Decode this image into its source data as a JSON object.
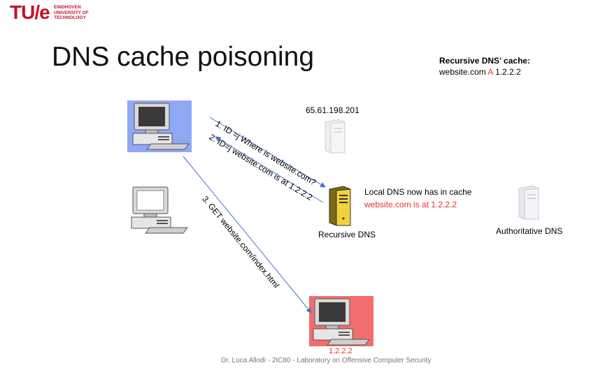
{
  "logo": {
    "mark": "TU/e",
    "line1": "EINDHOVEN",
    "line2": "UNIVERSITY OF",
    "line3": "TECHNOLOGY"
  },
  "title": "DNS cache poisoning",
  "cache": {
    "heading": "Recursive DNS’ cache:",
    "domain": "website.com",
    "record_type": "A",
    "ip": "1.2.2.2"
  },
  "nodes": {
    "server_ip": "65.61.198.201",
    "recursive_label": "Recursive DNS",
    "authoritative_label": "Authoritative DNS",
    "target_ip": "1.2.2.2"
  },
  "messages": {
    "step1": "1. ID =j Where is website.com?",
    "step2": "2. ID=j website.com is at 1.2.2.2",
    "step3": "3. GET website.com/index.html"
  },
  "note": {
    "line1": "Local DNS now has in cache",
    "line2": "website.com is at 1.2.2.2"
  },
  "footer": "Dr. Luca Allodi - 2IC80 - Laboratory on Offensive Computer Security",
  "colors": {
    "brand_red": "#c8102e",
    "highlight_blue": "#8ea8f5",
    "highlight_red": "#f26d6d",
    "arrow_blue": "#4472c4",
    "text_red": "#e8302a"
  },
  "icons": [
    "desktop-computer-icon",
    "server-icon",
    "dns-server-icon"
  ]
}
